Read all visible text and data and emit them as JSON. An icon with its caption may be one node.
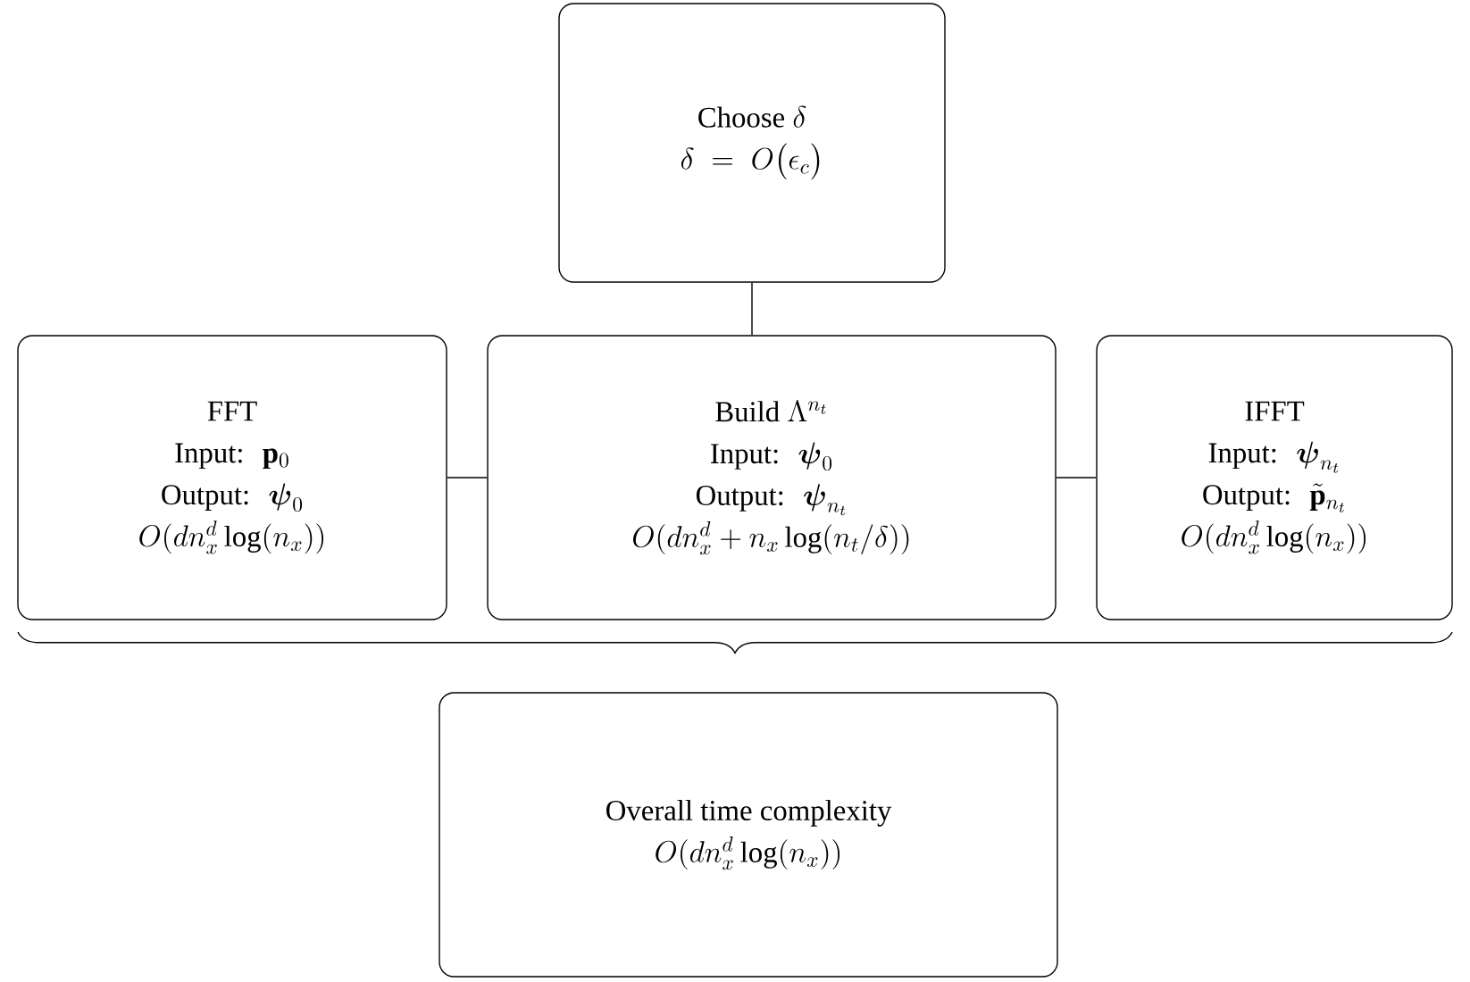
{
  "diagram": {
    "nodes": [
      {
        "text": [
          "\\text{Choose }\\delta",
          "\\delta\\;=\\;O\\big(\\epsilon_c\\big)"
        ]
      },
      {
        "text": [
          "FFT",
          "\\text{Input: }\\;\\mathbf{p}_0",
          "\\text{Output: }\\;\\boldsymbol{\\psi}_0",
          "O(dn_x^d\\log(n_x))"
        ]
      },
      {
        "text": [
          "\\text{Build }\\Lambda^{n_t}",
          "\\text{Input: }\\;\\boldsymbol{\\psi}_0",
          "\\text{Output: }\\;\\boldsymbol{\\psi}_{n_t}",
          "O(dn_x^d+n_x\\log(n_t/\\delta))"
        ]
      },
      {
        "text": [
          "IFFT",
          "\\text{Input: }\\;\\boldsymbol{\\psi}_{n_t}",
          "\\text{Output: }\\;\\tilde{\\mathbf{p}}_{n_t}",
          "O(dn_x^d\\log(n_x))"
        ]
      },
      {
        "text": [
          "Overall time complexity",
          "O(dn_x^d\\log(n_x))"
        ]
      }
    ],
    "edges": [
      {
        "from": 0,
        "to": 2,
        "arrow": "none"
      },
      {
        "from": 1,
        "to": 2,
        "arrow": "none"
      },
      {
        "from": 2,
        "to": 3,
        "arrow": "none"
      }
    ]
  }
}
